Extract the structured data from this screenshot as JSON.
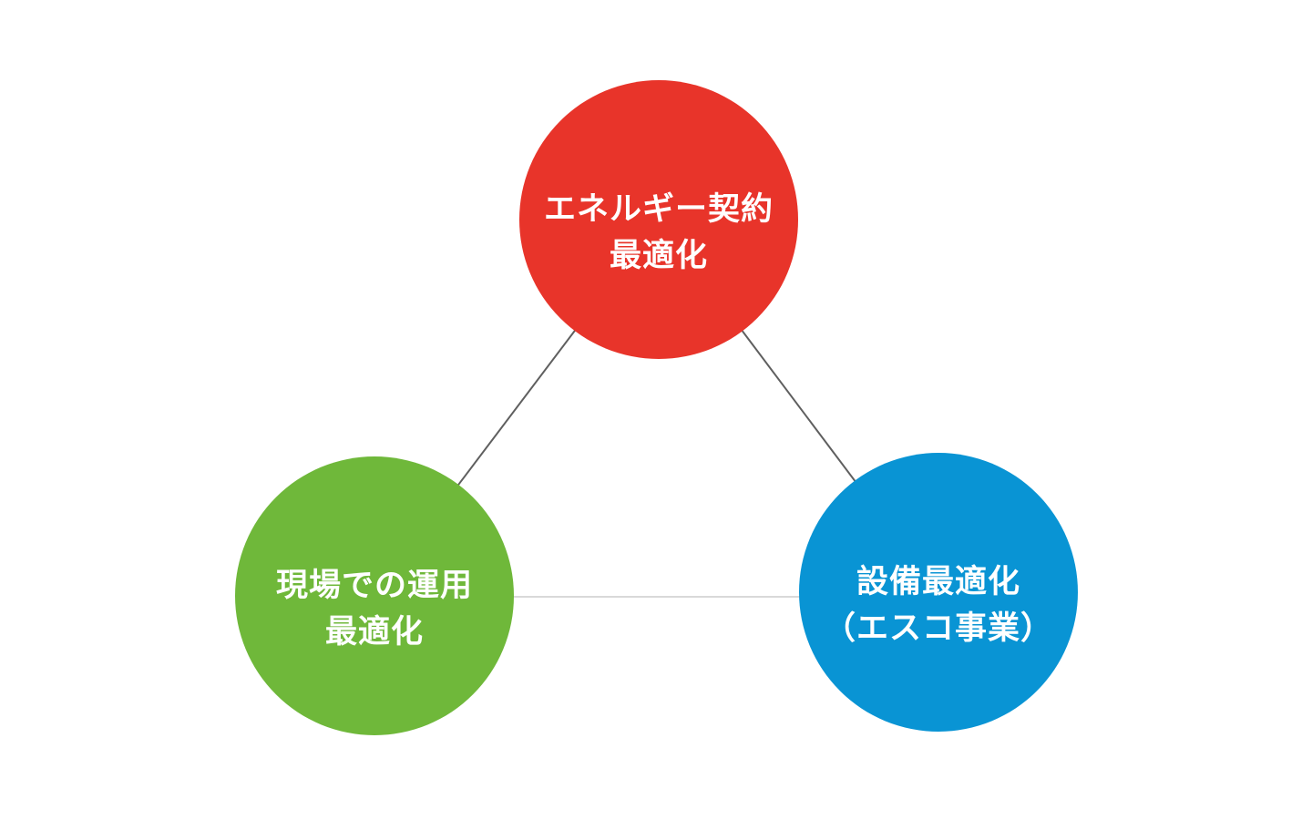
{
  "diagram": {
    "type": "triangle-relationship",
    "background_color": "#ffffff",
    "nodes": [
      {
        "id": "energy-contract-optimization",
        "lines": [
          "エネルギー契約",
          "最適化"
        ],
        "color": "#e8342a",
        "text_color": "#ffffff",
        "position": "top"
      },
      {
        "id": "onsite-operation-optimization",
        "lines": [
          "現場での運用",
          "最適化"
        ],
        "color": "#6fb83a",
        "text_color": "#ffffff",
        "position": "bottom-left"
      },
      {
        "id": "equipment-optimization-esco",
        "lines": [
          "設備最適化",
          "（エスコ事業）"
        ],
        "color": "#0994d4",
        "text_color": "#ffffff",
        "position": "bottom-right"
      }
    ],
    "connectors": [
      {
        "from": "energy-contract-optimization",
        "to": "onsite-operation-optimization",
        "color": "#5f5f5f"
      },
      {
        "from": "energy-contract-optimization",
        "to": "equipment-optimization-esco",
        "color": "#5f5f5f"
      },
      {
        "from": "onsite-operation-optimization",
        "to": "equipment-optimization-esco",
        "color": "#d9d9d9"
      }
    ]
  }
}
